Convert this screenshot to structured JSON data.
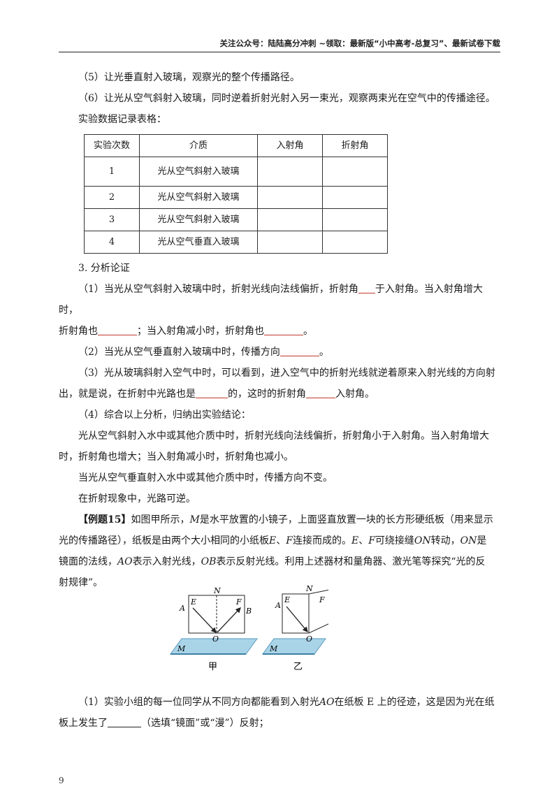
{
  "header": {
    "text": "关注公众号：陆陆高分冲刺 ~领取：最新版“小中高考-总复习”、最新试卷下载"
  },
  "steps": [
    "（5）让光垂直射入玻璃，观察光的整个传播路径。",
    "（6）让光从空气斜射入玻璃，同时逆着折射光射入另一束光，观察两束光在空气中的传播途径。"
  ],
  "table_caption": "实验数据记录表格：",
  "table": {
    "headers": [
      "实验次数",
      "介质",
      "入射角",
      "折射角"
    ],
    "rows": [
      [
        "1",
        "光从空气斜射入玻璃",
        "",
        ""
      ],
      [
        "2",
        "光从空气斜射入玻璃",
        "",
        ""
      ],
      [
        "3",
        "光从空气斜射入玻璃",
        "",
        ""
      ],
      [
        "4",
        "光从空气垂直入玻璃",
        "",
        ""
      ]
    ]
  },
  "section3": {
    "title": "3. 分析论证",
    "q1_a": "（1）当光从空气斜射入玻璃中时，折射光线向法线偏折，折射角",
    "q1_b": "于入射角。当入射角增大时，",
    "q1_c": "折射角也",
    "q1_d": "；当入射角减小时，折射角也",
    "q1_e": "。",
    "q2_a": "（2）当光从空气垂直射入玻璃中时，传播方向",
    "q2_b": "。",
    "q3_a": "（3）光从玻璃斜射入空气中时，可以看到，进入空气中的折射光线就逆着原来入射光线的方向射",
    "q3_b": "出，就是说，在折射中光路也是",
    "q3_c": "的，这时的折射角",
    "q3_d": "入射角。",
    "q4": "（4）综合以上分析，归纳出实验结论：",
    "c1a": "光从空气斜射入水中或其他介质中时，折射光线向法线偏折，折射角小于入射角。当入射角增大",
    "c1b": "时，折射角也增大；当入射角减小时，折射角也减小。",
    "c2": "当光从空气垂直射入水中或其他介质中时，传播方向不变。",
    "c3": "在折射现象中，光路可逆。"
  },
  "example": {
    "label": "【例题15】",
    "s1": "如图甲所示，",
    "M": "M",
    "s2": "是水平放置的小镜子，上面竖直放置一块的长方形硬纸板（用来显示",
    "l2a": "光的传播路径），纸板是由两个大小相同的小纸板",
    "E": "E",
    "sep": "、",
    "F": "F",
    "l2b": "连接而成的。",
    "l2c": "可绕接缝",
    "ON": "ON",
    "l2d": "转动，",
    "l2e": "是",
    "l3a": "镜面的法线，",
    "AO": "AO",
    "l3b": "表示入射光线，",
    "OB": "OB",
    "l3c": "表示反射光线。利用上述器材和量角器、激光笔等探究“光的反",
    "l4": "射规律”。"
  },
  "figure": {
    "labels_jia": [
      "N",
      "E",
      "F",
      "A",
      "B",
      "O",
      "M"
    ],
    "caption_jia": "甲",
    "labels_yi": [
      "N",
      "E",
      "F",
      "A",
      "O",
      "M"
    ],
    "caption_yi": "乙",
    "mirror_color": "#a9d4e8",
    "ray_color": "#222222"
  },
  "question1": {
    "a": "（1）实验小组的每一位同学从不同方向都能看到入射光",
    "AO": "AO",
    "b": "在纸板 E 上的径迹，这是因为光在纸",
    "c": "板上发生了",
    "d": "（选填“镜面”或“漫”）反射；"
  },
  "page_number": "9"
}
